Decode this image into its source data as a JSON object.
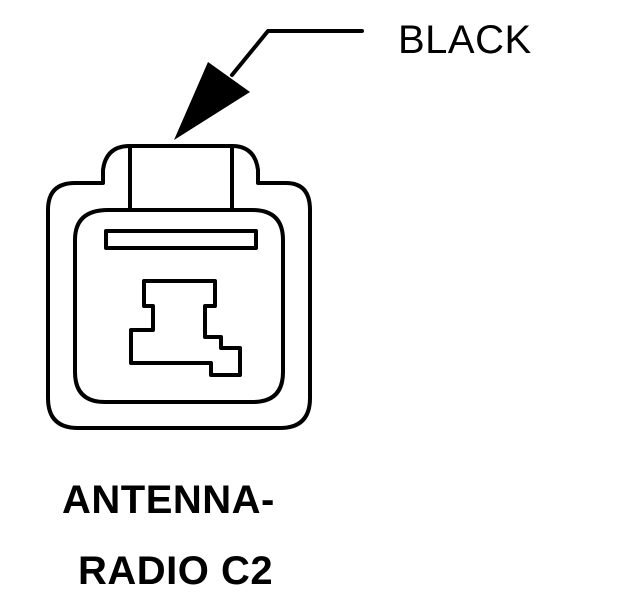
{
  "callout": {
    "color_label": "BLACK"
  },
  "connector": {
    "name_line_1": "ANTENNA-",
    "name_line_2": "RADIO C2"
  }
}
